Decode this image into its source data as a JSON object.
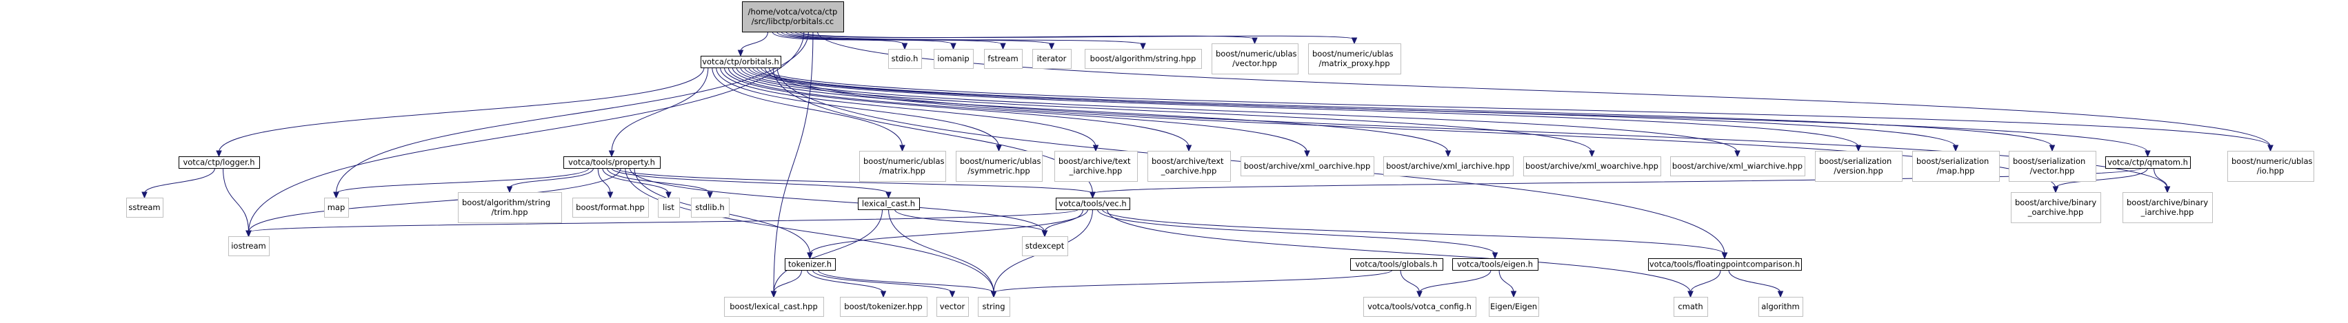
{
  "colors": {
    "edge": "#191970",
    "root_fill": "#bfbfbf",
    "documented_border": "#000000",
    "external_border": "#bfbfbf",
    "background": "#ffffff"
  },
  "nodes": [
    {
      "id": "root",
      "lines": [
        "/home/votca/votca/ctp",
        "/src/libctp/orbitals.cc"
      ],
      "kind": "root"
    },
    {
      "id": "orbitals_h",
      "lines": [
        "votca/ctp/orbitals.h"
      ],
      "kind": "documented"
    },
    {
      "id": "stdio_h",
      "lines": [
        "stdio.h"
      ],
      "kind": "external"
    },
    {
      "id": "iomanip",
      "lines": [
        "iomanip"
      ],
      "kind": "external"
    },
    {
      "id": "fstream",
      "lines": [
        "fstream"
      ],
      "kind": "external"
    },
    {
      "id": "iterator",
      "lines": [
        "iterator"
      ],
      "kind": "external"
    },
    {
      "id": "boost_alg_string",
      "lines": [
        "boost/algorithm/string.hpp"
      ],
      "kind": "external"
    },
    {
      "id": "ublas_vector",
      "lines": [
        "boost/numeric/ublas",
        "/vector.hpp"
      ],
      "kind": "external"
    },
    {
      "id": "ublas_vector_proxy",
      "lines": [
        "boost/numeric/ublas",
        "/matrix_proxy.hpp"
      ],
      "kind": "external"
    },
    {
      "id": "logger_h",
      "lines": [
        "votca/ctp/logger.h"
      ],
      "kind": "documented"
    },
    {
      "id": "property_h",
      "lines": [
        "votca/tools/property.h"
      ],
      "kind": "documented"
    },
    {
      "id": "ublas_matrix",
      "lines": [
        "boost/numeric/ublas",
        "/matrix.hpp"
      ],
      "kind": "external"
    },
    {
      "id": "ublas_symmetric",
      "lines": [
        "boost/numeric/ublas",
        "/symmetric.hpp"
      ],
      "kind": "external"
    },
    {
      "id": "archive_text_iarchive",
      "lines": [
        "boost/archive/text",
        "_iarchive.hpp"
      ],
      "kind": "external"
    },
    {
      "id": "archive_text_oarchive",
      "lines": [
        "boost/archive/text",
        "_oarchive.hpp"
      ],
      "kind": "external"
    },
    {
      "id": "archive_xml_oarchive",
      "lines": [
        "boost/archive/xml_oarchive.hpp"
      ],
      "kind": "external"
    },
    {
      "id": "archive_xml_iarchive",
      "lines": [
        "boost/archive/xml_iarchive.hpp"
      ],
      "kind": "external"
    },
    {
      "id": "archive_xml_woarchive",
      "lines": [
        "boost/archive/xml_woarchive.hpp"
      ],
      "kind": "external"
    },
    {
      "id": "archive_xml_wiarchive",
      "lines": [
        "boost/archive/xml_wiarchive.hpp"
      ],
      "kind": "external"
    },
    {
      "id": "serialization_version",
      "lines": [
        "boost/serialization",
        "/version.hpp"
      ],
      "kind": "external"
    },
    {
      "id": "serialization_map",
      "lines": [
        "boost/serialization",
        "/map.hpp"
      ],
      "kind": "external"
    },
    {
      "id": "serialization_vector",
      "lines": [
        "boost/serialization",
        "/vector.hpp"
      ],
      "kind": "external"
    },
    {
      "id": "qmatom_h",
      "lines": [
        "votca/ctp/qmatom.h"
      ],
      "kind": "documented"
    },
    {
      "id": "ublas_io",
      "lines": [
        "boost/numeric/ublas",
        "/io.hpp"
      ],
      "kind": "external"
    },
    {
      "id": "sstream",
      "lines": [
        "sstream"
      ],
      "kind": "external"
    },
    {
      "id": "map",
      "lines": [
        "map"
      ],
      "kind": "external"
    },
    {
      "id": "alg_string_trim",
      "lines": [
        "boost/algorithm/string",
        "/trim.hpp"
      ],
      "kind": "external"
    },
    {
      "id": "boost_format",
      "lines": [
        "boost/format.hpp"
      ],
      "kind": "external"
    },
    {
      "id": "list",
      "lines": [
        "list"
      ],
      "kind": "external"
    },
    {
      "id": "stdlib_h",
      "lines": [
        "stdlib.h"
      ],
      "kind": "external"
    },
    {
      "id": "lexical_cast_h",
      "lines": [
        "lexical_cast.h"
      ],
      "kind": "documented"
    },
    {
      "id": "vec_h",
      "lines": [
        "votca/tools/vec.h"
      ],
      "kind": "documented"
    },
    {
      "id": "archive_binary_oarchive",
      "lines": [
        "boost/archive/binary",
        "_oarchive.hpp"
      ],
      "kind": "external"
    },
    {
      "id": "archive_binary_iarchive",
      "lines": [
        "boost/archive/binary",
        "_iarchive.hpp"
      ],
      "kind": "external"
    },
    {
      "id": "iostream",
      "lines": [
        "iostream"
      ],
      "kind": "external"
    },
    {
      "id": "stdexcept",
      "lines": [
        "stdexcept"
      ],
      "kind": "external"
    },
    {
      "id": "tokenizer_h",
      "lines": [
        "tokenizer.h"
      ],
      "kind": "documented"
    },
    {
      "id": "globals_h",
      "lines": [
        "votca/tools/globals.h"
      ],
      "kind": "documented"
    },
    {
      "id": "eigen_h",
      "lines": [
        "votca/tools/eigen.h"
      ],
      "kind": "documented"
    },
    {
      "id": "fpcompare_h",
      "lines": [
        "votca/tools/floatingpointcomparison.h"
      ],
      "kind": "documented"
    },
    {
      "id": "boost_lexical_cast",
      "lines": [
        "boost/lexical_cast.hpp"
      ],
      "kind": "external"
    },
    {
      "id": "boost_tokenizer",
      "lines": [
        "boost/tokenizer.hpp"
      ],
      "kind": "external"
    },
    {
      "id": "vector",
      "lines": [
        "vector"
      ],
      "kind": "external"
    },
    {
      "id": "string",
      "lines": [
        "string"
      ],
      "kind": "external"
    },
    {
      "id": "votca_config",
      "lines": [
        "votca/tools/votca_config.h"
      ],
      "kind": "external"
    },
    {
      "id": "eigen_eigen",
      "lines": [
        "Eigen/Eigen"
      ],
      "kind": "external"
    },
    {
      "id": "cmath",
      "lines": [
        "cmath"
      ],
      "kind": "external"
    },
    {
      "id": "algorithm",
      "lines": [
        "algorithm"
      ],
      "kind": "external"
    }
  ],
  "edges": [
    [
      "root",
      "orbitals_h"
    ],
    [
      "root",
      "stdio_h"
    ],
    [
      "root",
      "iomanip"
    ],
    [
      "root",
      "fstream"
    ],
    [
      "root",
      "iterator"
    ],
    [
      "root",
      "boost_alg_string"
    ],
    [
      "root",
      "ublas_vector"
    ],
    [
      "root",
      "ublas_vector_proxy"
    ],
    [
      "root",
      "iostream"
    ],
    [
      "root",
      "map"
    ],
    [
      "root",
      "boost_lexical_cast"
    ],
    [
      "root",
      "ublas_io"
    ],
    [
      "orbitals_h",
      "logger_h"
    ],
    [
      "orbitals_h",
      "property_h"
    ],
    [
      "orbitals_h",
      "ublas_matrix"
    ],
    [
      "orbitals_h",
      "ublas_symmetric"
    ],
    [
      "orbitals_h",
      "archive_text_iarchive"
    ],
    [
      "orbitals_h",
      "archive_text_oarchive"
    ],
    [
      "orbitals_h",
      "archive_xml_oarchive"
    ],
    [
      "orbitals_h",
      "archive_xml_iarchive"
    ],
    [
      "orbitals_h",
      "archive_xml_woarchive"
    ],
    [
      "orbitals_h",
      "archive_xml_wiarchive"
    ],
    [
      "orbitals_h",
      "serialization_version"
    ],
    [
      "orbitals_h",
      "serialization_map"
    ],
    [
      "orbitals_h",
      "serialization_vector"
    ],
    [
      "orbitals_h",
      "qmatom_h"
    ],
    [
      "orbitals_h",
      "ublas_io"
    ],
    [
      "orbitals_h",
      "archive_binary_oarchive"
    ],
    [
      "orbitals_h",
      "archive_binary_iarchive"
    ],
    [
      "orbitals_h",
      "vec_h"
    ],
    [
      "orbitals_h",
      "fpcompare_h"
    ],
    [
      "logger_h",
      "sstream"
    ],
    [
      "logger_h",
      "iostream"
    ],
    [
      "property_h",
      "map"
    ],
    [
      "property_h",
      "alg_string_trim"
    ],
    [
      "property_h",
      "boost_format"
    ],
    [
      "property_h",
      "list"
    ],
    [
      "property_h",
      "stdlib_h"
    ],
    [
      "property_h",
      "lexical_cast_h"
    ],
    [
      "property_h",
      "vec_h"
    ],
    [
      "property_h",
      "iostream"
    ],
    [
      "property_h",
      "string"
    ],
    [
      "property_h",
      "stdexcept"
    ],
    [
      "property_h",
      "tokenizer_h"
    ],
    [
      "qmatom_h",
      "vec_h"
    ],
    [
      "qmatom_h",
      "archive_binary_oarchive"
    ],
    [
      "qmatom_h",
      "archive_binary_iarchive"
    ],
    [
      "lexical_cast_h",
      "boost_lexical_cast"
    ],
    [
      "lexical_cast_h",
      "string"
    ],
    [
      "lexical_cast_h",
      "stdexcept"
    ],
    [
      "vec_h",
      "iostream"
    ],
    [
      "vec_h",
      "stdexcept"
    ],
    [
      "vec_h",
      "tokenizer_h"
    ],
    [
      "vec_h",
      "string"
    ],
    [
      "vec_h",
      "eigen_h"
    ],
    [
      "vec_h",
      "fpcompare_h"
    ],
    [
      "vec_h",
      "cmath"
    ],
    [
      "tokenizer_h",
      "boost_lexical_cast"
    ],
    [
      "tokenizer_h",
      "boost_tokenizer"
    ],
    [
      "tokenizer_h",
      "vector"
    ],
    [
      "tokenizer_h",
      "string"
    ],
    [
      "globals_h",
      "string"
    ],
    [
      "globals_h",
      "votca_config"
    ],
    [
      "eigen_h",
      "votca_config"
    ],
    [
      "eigen_h",
      "eigen_eigen"
    ],
    [
      "fpcompare_h",
      "cmath"
    ],
    [
      "fpcompare_h",
      "algorithm"
    ]
  ]
}
